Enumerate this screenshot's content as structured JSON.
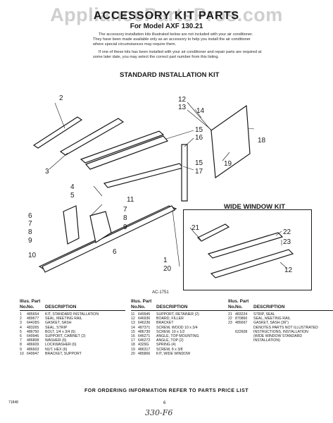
{
  "header": {
    "watermark": "AppliancePartsPros.com",
    "title": "ACCESSORY KIT PARTS",
    "subtitle": "For Model AXF 130.21",
    "intro_1": "The accessory installation kits illustrated below are not included with your air conditioner. They have been made available only as an accessory to help you install the air conditioner where special circumstances may require them.",
    "intro_2": "If one of these kits has been installed with your air conditioner and repair parts are required at some later date, you may select the correct part number from this listing."
  },
  "sections": {
    "standard": "STANDARD INSTALLATION KIT",
    "wide": "WIDE WINDOW KIT"
  },
  "diagram": {
    "code": "AC-1751",
    "callouts": [
      "1",
      "2",
      "3",
      "4",
      "5",
      "6",
      "7",
      "8",
      "9",
      "10",
      "11",
      "12",
      "13",
      "14",
      "15",
      "16",
      "17",
      "18",
      "19",
      "20",
      "21",
      "22",
      "23"
    ]
  },
  "table": {
    "header_top": "Illus. Part",
    "header_cols": [
      "No.",
      "No.",
      "DESCRIPTION"
    ],
    "col1": [
      [
        "1",
        "485654",
        "KIT, STANDARD INSTALLATION"
      ],
      [
        "2",
        "489677",
        "SEAL, MEETING RAIL"
      ],
      [
        "3",
        "64428S",
        "GASKET, SASH"
      ],
      [
        "4",
        "483265",
        "SEAL, STRIP"
      ],
      [
        "5",
        "486750",
        "BOLT, 1/4 x 3/4 (6)"
      ],
      [
        "6",
        "649946",
        "SUPPORT, CABINET (2)"
      ],
      [
        "7",
        "486808",
        "WASHER (6)"
      ],
      [
        "8",
        "486609",
        "LOCKWASHER (6)"
      ],
      [
        "9",
        "486603",
        "NUT, HEX (6)"
      ],
      [
        "10",
        "649947",
        "BRACKET, SUPPORT"
      ]
    ],
    "col2": [
      [
        "11",
        "649945",
        "SUPPORT, RETAINER (2)"
      ],
      [
        "12",
        "646936",
        "BOARD, FILLER"
      ],
      [
        "13",
        "646236",
        "BRACKET"
      ],
      [
        "14",
        "487371",
        "SCREW, WOOD 10 x 3/4"
      ],
      [
        "15",
        "486730",
        "SCREW, 10 x 1/2"
      ],
      [
        "16",
        "646271",
        "ANGLE, TOP MOUNTING"
      ],
      [
        "17",
        "646272",
        "ANGLE, TOP (2)"
      ],
      [
        "18",
        "4329G",
        "SPRING (4)"
      ],
      [
        "19",
        "486317",
        "SCREW, 8 x 3/8"
      ],
      [
        "20",
        "485866",
        "KIT, WIDE WINDOW"
      ]
    ],
    "col3": [
      [
        "21",
        "483224",
        "STRIP, SEAL"
      ],
      [
        "22",
        "870860",
        "SEAL, MEETING RAIL"
      ],
      [
        "23",
        "485697",
        "GASKET, SASH (36\")"
      ],
      [
        "",
        "",
        ""
      ],
      [
        "",
        "",
        "DENOTES PARTS NOT ILLUSTRATED"
      ],
      [
        "",
        "",
        ""
      ],
      [
        "",
        "622608",
        "INSTRUCTIONS, INSTALLATION"
      ],
      [
        "",
        "",
        "(WIDE WINDOW STANDARD"
      ],
      [
        "",
        "",
        "INSTALLATION)"
      ]
    ]
  },
  "footer": {
    "notice": "FOR ORDERING INFORMATION REFER TO PARTS PRICE LIST",
    "doc_code": "71848",
    "page": "6",
    "handwritten": "330-F6"
  }
}
